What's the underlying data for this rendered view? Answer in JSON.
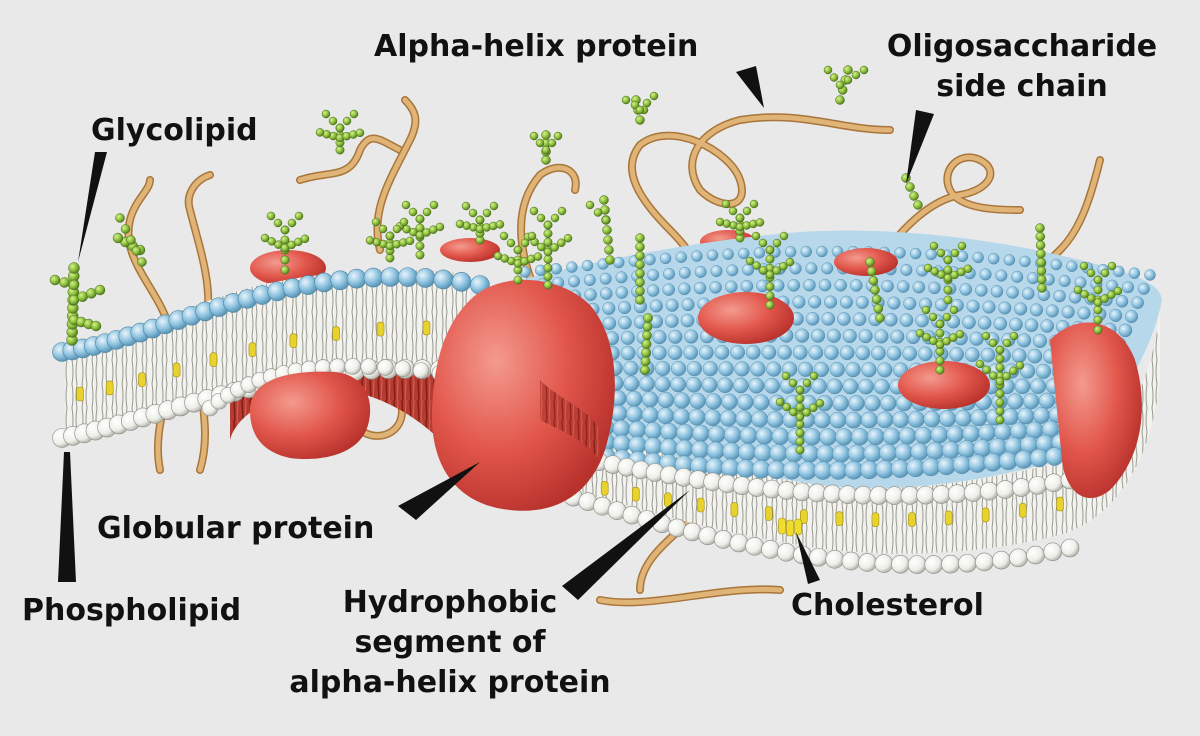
{
  "labels": {
    "alpha_helix_protein": "Alpha-helix protein",
    "oligosaccharide_line1": "Oligosaccharide",
    "oligosaccharide_line2": "side chain",
    "glycolipid": "Glycolipid",
    "globular_protein": "Globular protein",
    "phospholipid": "Phospholipid",
    "hydrophobic_line1": "Hydrophobic",
    "hydrophobic_line2": "segment of",
    "hydrophobic_line3": "alpha-helix protein",
    "cholesterol": "Cholesterol"
  },
  "colors": {
    "background": "#e9e9e9",
    "head_blue": "#8ec3e0",
    "head_white": "#f4f4f0",
    "protein_red": "#e2574c",
    "carbohydrate_green": "#8bbf3c",
    "protein_chain_tan": "#d7a866",
    "cholesterol_yellow": "#e8d22e",
    "label_text": "#111111"
  }
}
